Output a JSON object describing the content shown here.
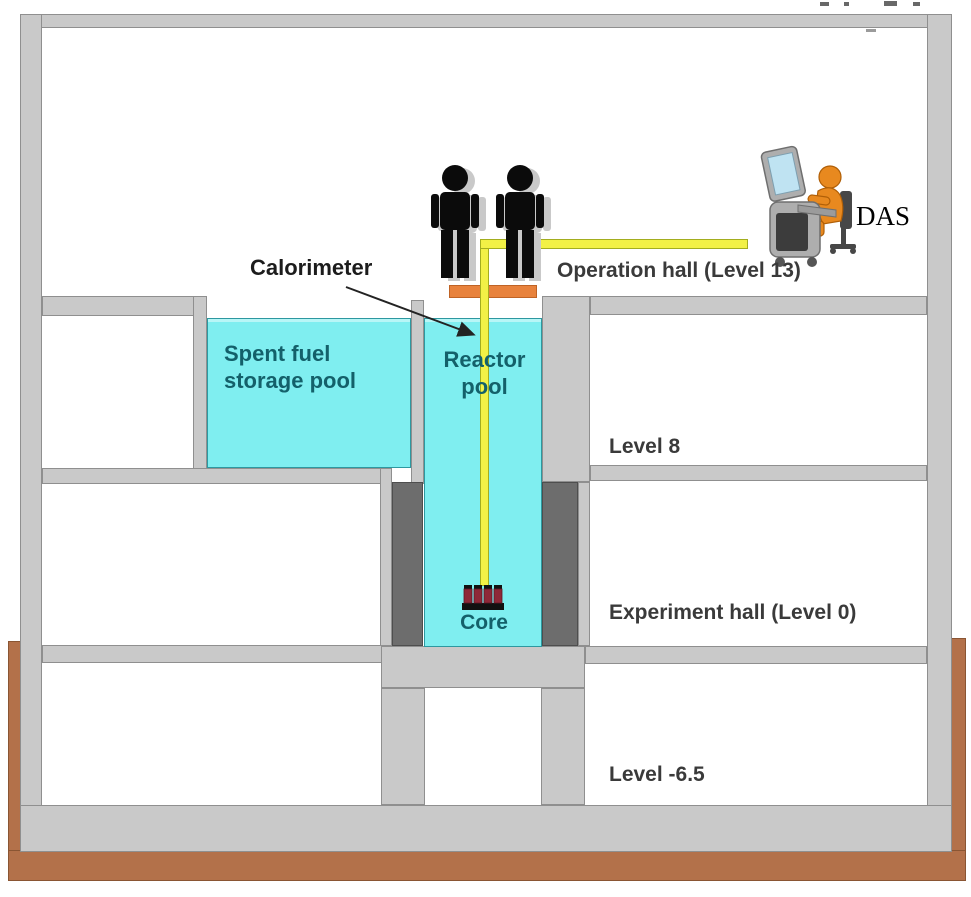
{
  "labels": {
    "calorimeter": "Calorimeter",
    "spent_fuel_pool": "Spent fuel\nstorage pool",
    "reactor_pool": "Reactor\npool",
    "core": "Core",
    "operation_hall": "Operation hall (Level 13)",
    "level_8": "Level 8",
    "experiment_hall": "Experiment hall (Level 0)",
    "level_minus_6_5": "Level -6.5",
    "das": "DAS"
  },
  "icons": {
    "person": "person-icon",
    "das_workstation": "das-workstation-icon",
    "core": "core-icon",
    "cable": "calorimeter-cable",
    "arrow": "calorimeter-arrow"
  },
  "colors": {
    "wall_light": "#c9c9c9",
    "wall_dark": "#6d6d6d",
    "wall_border": "#8f8f8f",
    "pool_water": "#7feef0",
    "pool_border": "#2d98a0",
    "pool_text": "#14606a",
    "label_text": "#3a3a3a",
    "text_black": "#1c1c1c",
    "cable_yellow": "#f2f146",
    "cable_border": "#a3ad1f",
    "platform_orange": "#e8823c",
    "platform_border": "#bf6325",
    "ground_brown": "#b3714a",
    "ground_border": "#8a5533",
    "person_black": "#0b0b0b",
    "person_shadow": "#c9c9c9",
    "das_orange": "#e8891f"
  }
}
